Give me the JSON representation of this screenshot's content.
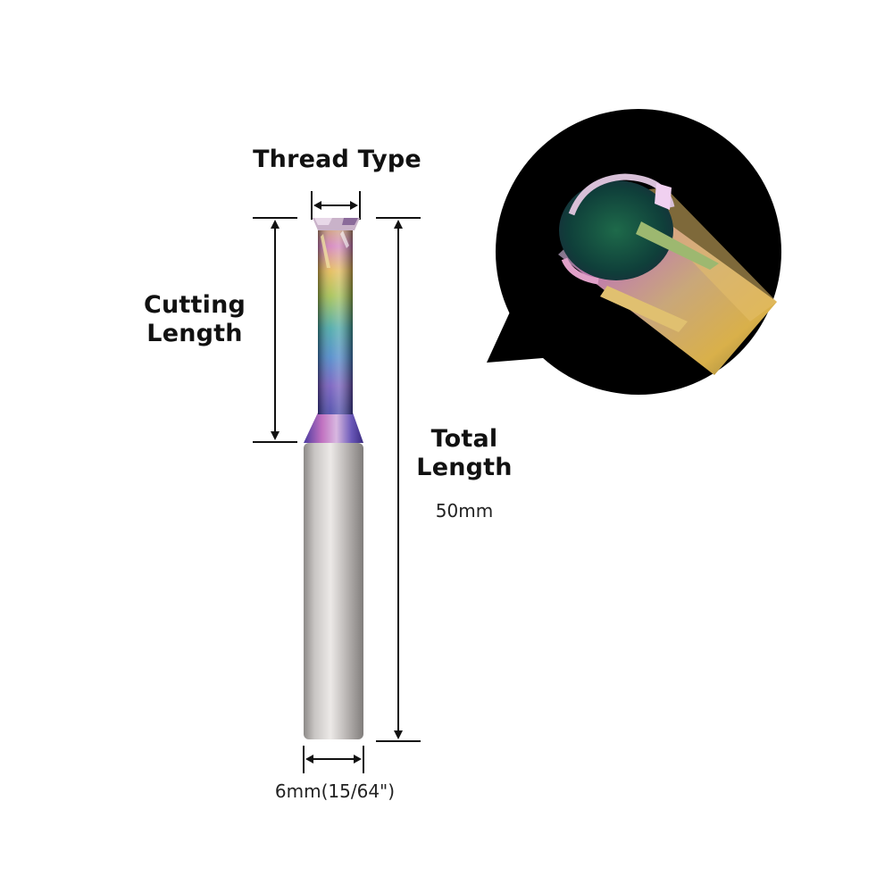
{
  "labels": {
    "thread_type": "Thread Type",
    "cutting_length_line1": "Cutting",
    "cutting_length_line2": "Length",
    "total_length_line1": "Total",
    "total_length_line2": "Length",
    "total_length_value": "50mm",
    "shank_diameter_value": "6mm(15/64\")"
  },
  "colors": {
    "background": "#ffffff",
    "text": "#111111",
    "shank_silver": "#c9c6c4",
    "zoom_background": "#000000",
    "coating": [
      "#d9a24a",
      "#8fb24a",
      "#2f8f9a",
      "#4a5fb0",
      "#b04a9a"
    ]
  },
  "icons": [
    "dimension-arrow",
    "zoom-callout"
  ]
}
